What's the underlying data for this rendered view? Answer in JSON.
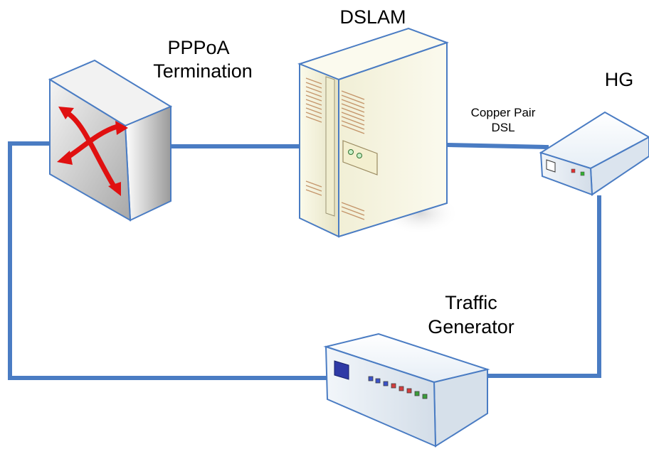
{
  "diagram": {
    "labels": {
      "dslam": "DSLAM",
      "pppoa_line1": "PPPoA",
      "pppoa_line2": "Termination",
      "hg": "HG",
      "copper_line1": "Copper Pair",
      "copper_line2": "DSL",
      "traffic_line1": "Traffic",
      "traffic_line2": "Generator"
    },
    "colors": {
      "link": "#4a7cc3",
      "arrow": "#e01010",
      "cabinet": "#f5f3dc",
      "router_box": "#e0e0e0",
      "device_blue": "#2f3aa6"
    },
    "icons": {
      "pppoa": "router-icon",
      "dslam": "server-cabinet-icon",
      "hg": "home-gateway-icon",
      "traffic_generator": "traffic-generator-icon"
    }
  }
}
